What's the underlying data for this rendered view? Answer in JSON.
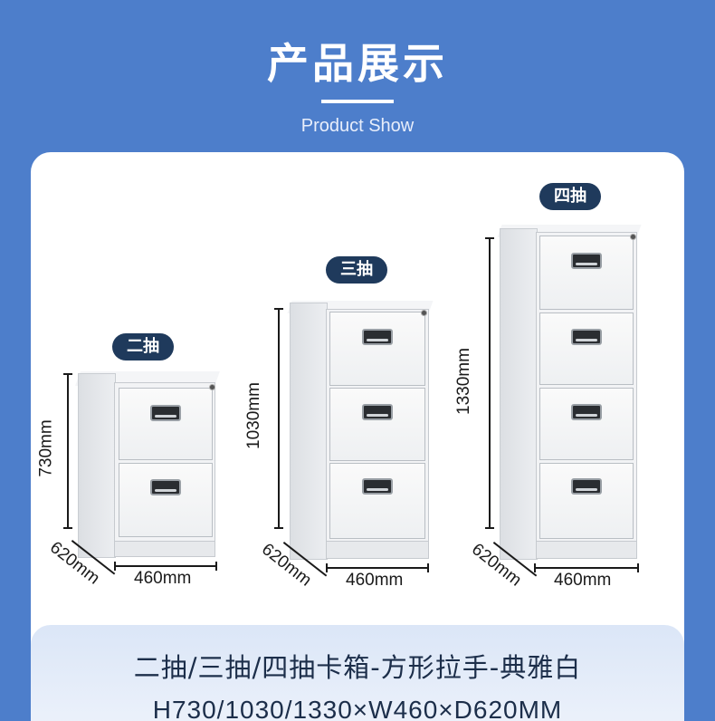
{
  "header": {
    "title": "产品展示",
    "subtitle": "Product Show"
  },
  "products": [
    {
      "badge": "二抽",
      "height": "730mm",
      "depth": "620mm",
      "width": "460mm"
    },
    {
      "badge": "三抽",
      "height": "1030mm",
      "depth": "620mm",
      "width": "460mm"
    },
    {
      "badge": "四抽",
      "height": "1330mm",
      "depth": "620mm",
      "width": "460mm"
    }
  ],
  "footer": {
    "description": "二抽/三抽/四抽卡箱-方形拉手-典雅白",
    "dimensions": "H730/1030/1330×W460×D620MM"
  },
  "colors": {
    "background": "#4d7ecb",
    "badge": "#1f3a5c",
    "text_dark": "#1c2e4a"
  }
}
